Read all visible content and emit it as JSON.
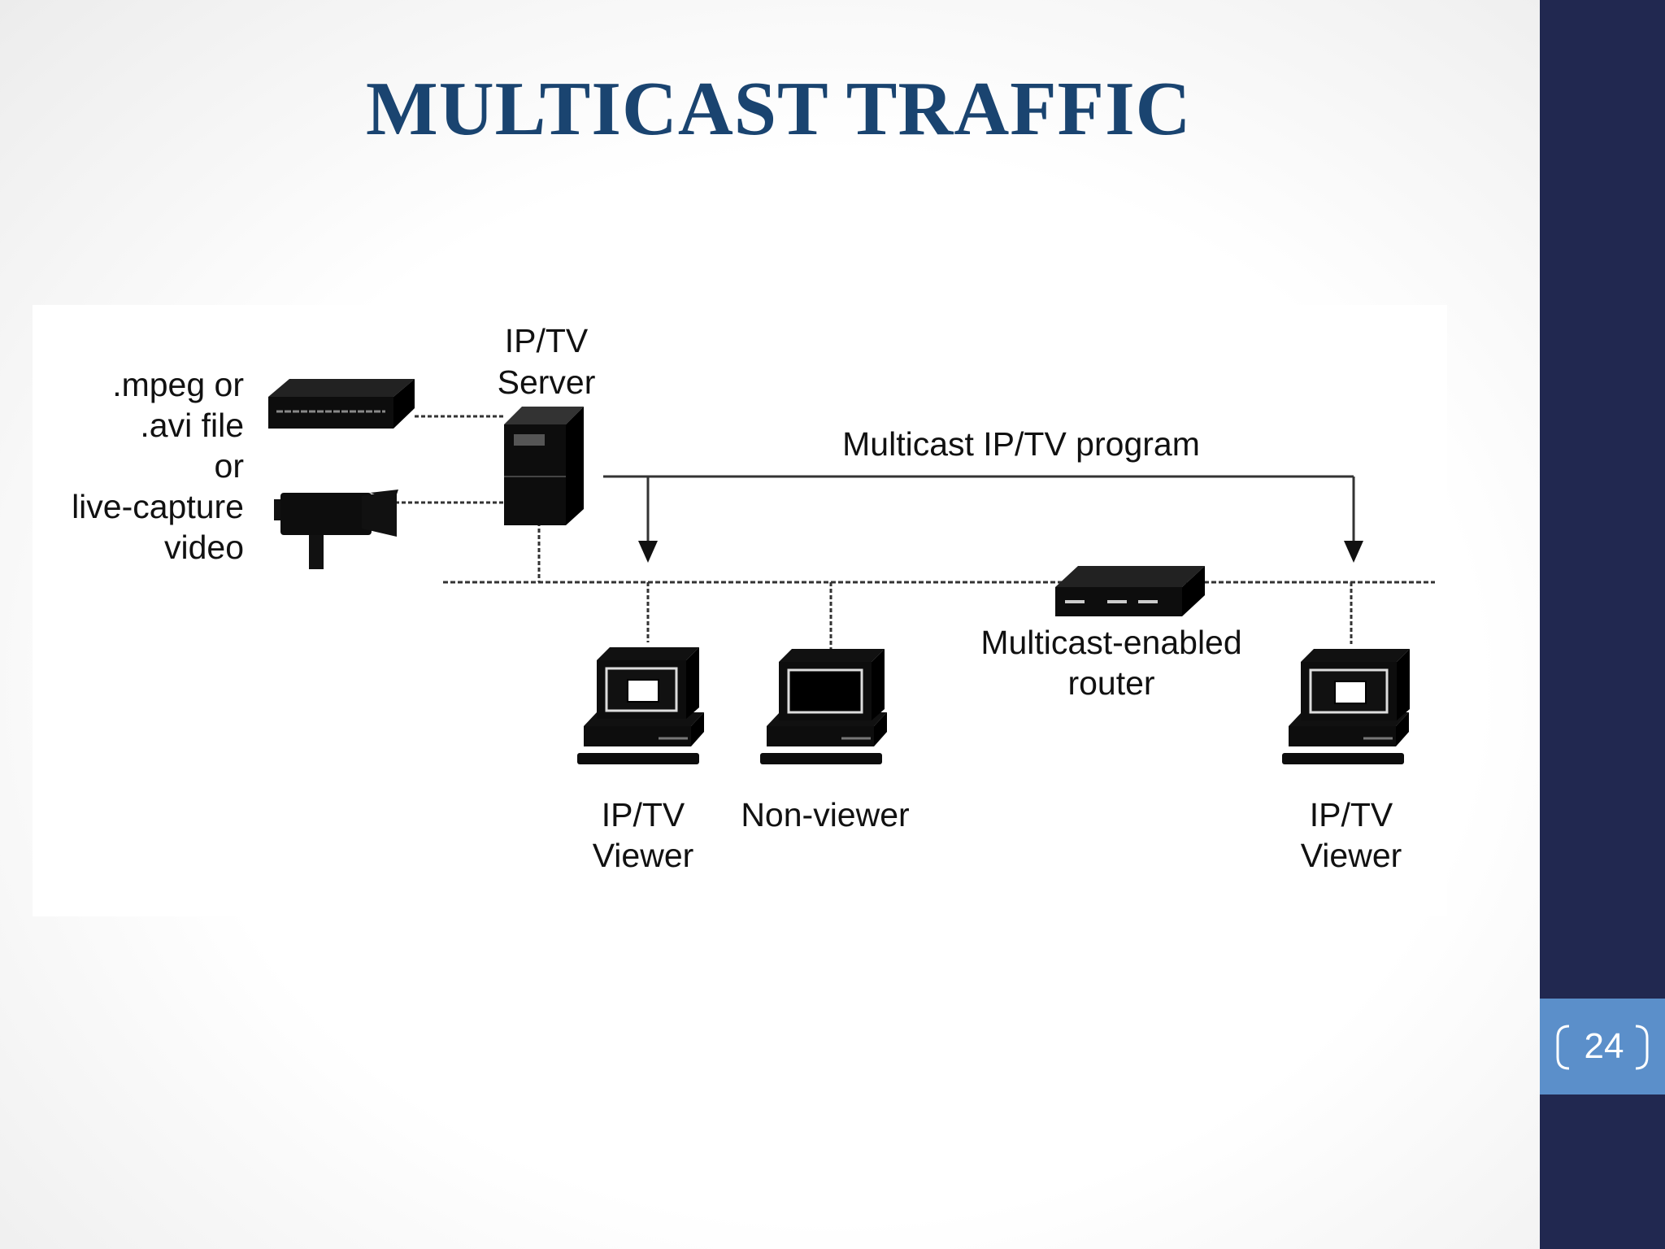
{
  "slide": {
    "title": "MULTICAST TRAFFIC",
    "page_number": "24"
  },
  "diagram": {
    "source_labels": [
      ".mpeg or",
      ".avi file",
      "or",
      "live-capture",
      "video"
    ],
    "server_label": [
      "IP/TV",
      "Server"
    ],
    "program_label": "Multicast IP/TV program",
    "router_label": [
      "Multicast-enabled",
      "router"
    ],
    "viewer_left_label": [
      "IP/TV",
      "Viewer"
    ],
    "nonviewer_label": "Non-viewer",
    "viewer_right_label": [
      "IP/TV",
      "Viewer"
    ]
  },
  "colors": {
    "title": "#1a4470",
    "sidebar": "#212850",
    "page_box": "#5b8fca"
  }
}
